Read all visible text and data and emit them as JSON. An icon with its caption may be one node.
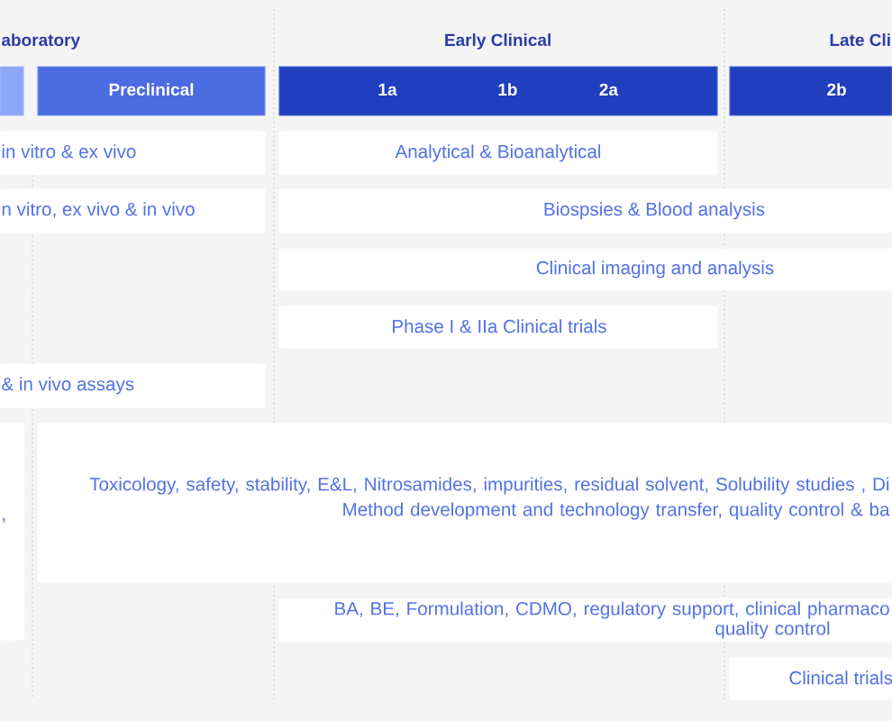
{
  "diagram": {
    "nodes": [
      {
        "text": [],
        "shape": "box"
      },
      {
        "text": [
          "Preclinical"
        ]
      },
      {
        "text": [
          "1a",
          "1b",
          "2a"
        ]
      },
      {
        "text": [
          "2b"
        ]
      },
      {
        "text": [
          "in vitro & ex vivo"
        ]
      },
      {
        "text": [
          "Analytical & Bioanalytical"
        ]
      },
      {
        "text": [
          "n vitro, ex vivo & in vivo"
        ]
      },
      {
        "text": [
          "Biospsies & Blood analysis"
        ]
      },
      {
        "text": [
          "Clinical imaging and analysis"
        ]
      },
      {
        "text": [
          "Phase I & IIa Clinical trials"
        ]
      },
      {
        "text": [
          "& in vivo assays"
        ]
      },
      {
        "text": [
          ","
        ]
      },
      {
        "text": [
          "Toxicology, safety, stability, E&L, Nitrosamides, impurities, residual solvent, Solubility studies , Di Method development and technology transfer, quality control & ba"
        ]
      },
      {
        "text": [
          "BA, BE, Formulation, CDMO, regulatory support, clinical pharmaco quality control"
        ]
      },
      {
        "text": [
          "Clinical trials"
        ]
      }
    ],
    "labels": [
      "aboratory",
      "Early Clinical",
      "Late Cli"
    ]
  }
}
